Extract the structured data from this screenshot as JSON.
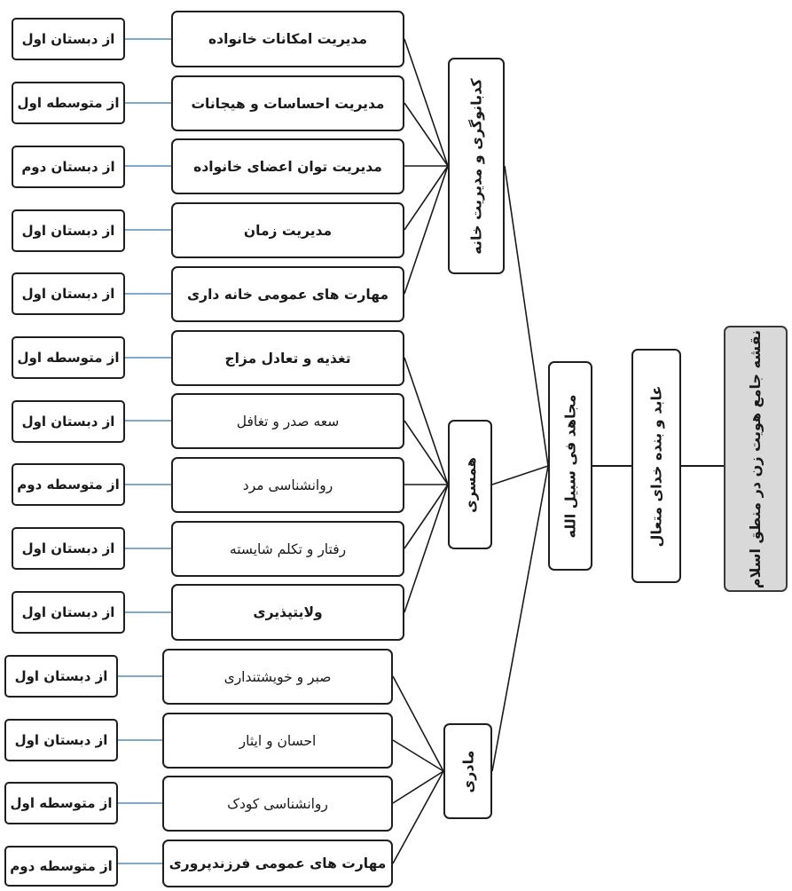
{
  "root": "نقشه جامع هویت زن در منطق اسلام",
  "level1": "عابد و بنده خدای متعال",
  "level2": "مجاهد فی سبیل الله",
  "groups": [
    "کدبانوگری و مدیریت خانه",
    "همسری",
    "مادری"
  ],
  "topics": [
    {
      "title": "مدیریت امکانات خانواده",
      "level": "از دبستان اول"
    },
    {
      "title": "مدیریت احساسات و هیجانات",
      "level": "از متوسطه اول"
    },
    {
      "title": "مدیریت توان اعضای خانواده",
      "level": "از دبستان دوم"
    },
    {
      "title": "مدیریت زمان",
      "level": "از دبستان اول"
    },
    {
      "title": "مهارت های عمومی خانه داری",
      "level": "از دبستان اول"
    },
    {
      "title": "تغذیه و تعادل مزاج",
      "level": "از متوسطه اول"
    },
    {
      "title": "سعه صدر و تغافل",
      "level": "از دبستان اول"
    },
    {
      "title": "روانشناسی مرد",
      "level": "از متوسطه دوم"
    },
    {
      "title": "رفتار و تکلم شایسته",
      "level": "از دبستان اول"
    },
    {
      "title": "ولایتپذیری",
      "level": "از دبستان اول"
    },
    {
      "title": "صبر و خویشتنداری",
      "level": "از دبستان اول"
    },
    {
      "title": "احسان و ایثار",
      "level": "از دبستان اول"
    },
    {
      "title": "روانشناسی کودک",
      "level": "از متوسطه اول"
    },
    {
      "title": "مهارت های عمومی فرزندپروری",
      "level": "از متوسطه دوم"
    }
  ],
  "colors": {
    "border": "#1f1f1f",
    "connector": "#1a1a1a",
    "level_connector": "#5b8bb5",
    "root_fill": "#d9d9d9",
    "background": "#ffffff"
  }
}
